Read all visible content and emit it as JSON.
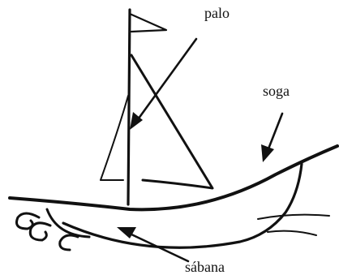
{
  "labels": {
    "mast": "palo",
    "rope": "soga",
    "sheet": "sábana"
  },
  "colors": {
    "ink": "#111111",
    "background": "#ffffff"
  }
}
